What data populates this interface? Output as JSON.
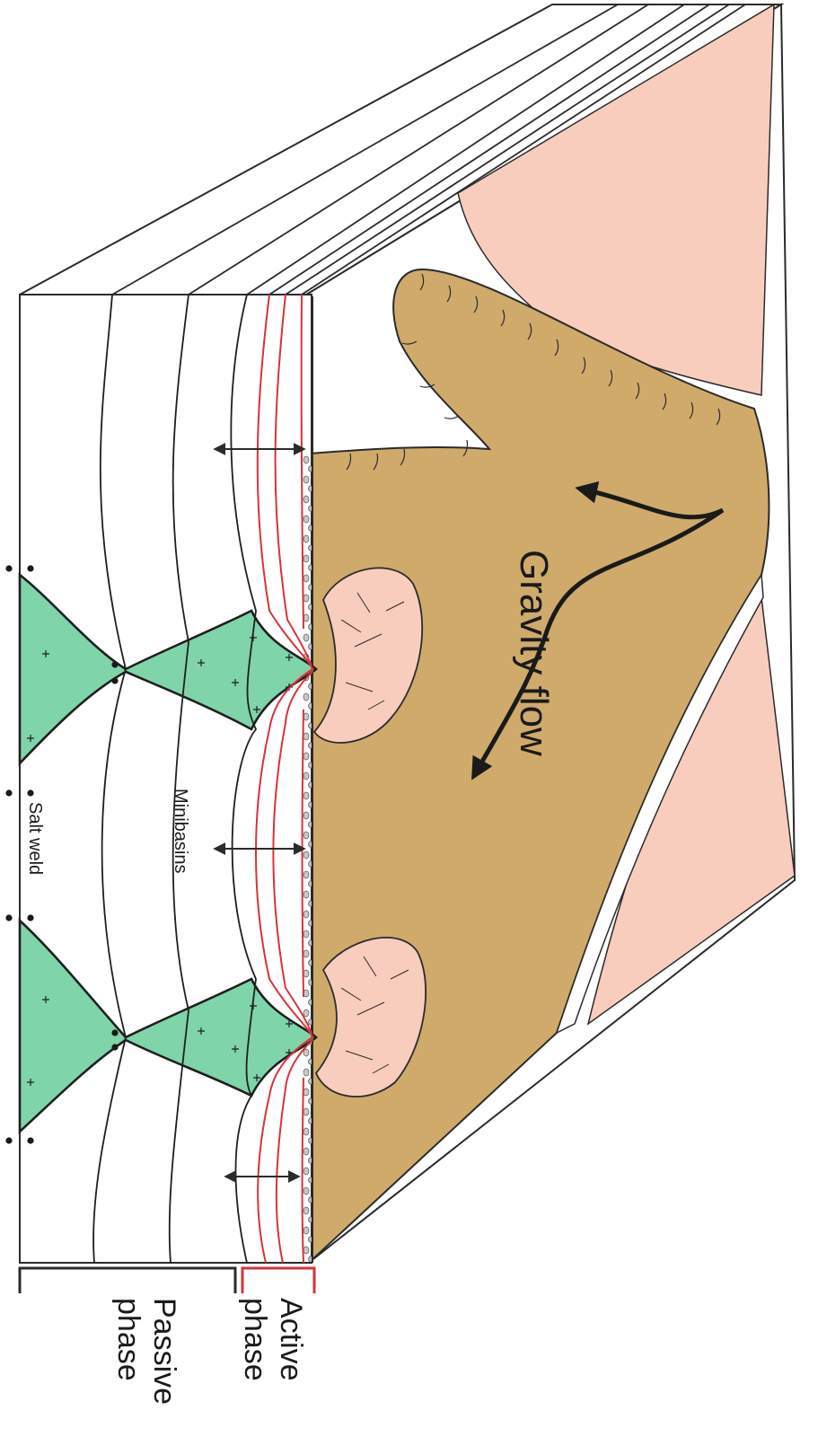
{
  "diagram": {
    "labels": {
      "gravity_flow": "Gravity flow",
      "minibasins": "Minibasins",
      "salt_weld": "Salt weld",
      "active_phase_line1": "Active",
      "active_phase_line2": "phase",
      "passive_phase_line1": "Passive",
      "passive_phase_line2": "phase"
    },
    "colors": {
      "seafloor_sediment": "#cfaa6b",
      "salt": "#7fd4aa",
      "pink_lobes": "#f8cdbd",
      "active_strata_lines": "#d8333a",
      "outline": "#2b2b2b",
      "background": "#ffffff"
    },
    "icons": [
      "double-arrow-icon",
      "curved-arrow-icon",
      "bracket-icon",
      "weld-dot-icon",
      "plus-symbol-icon"
    ]
  }
}
